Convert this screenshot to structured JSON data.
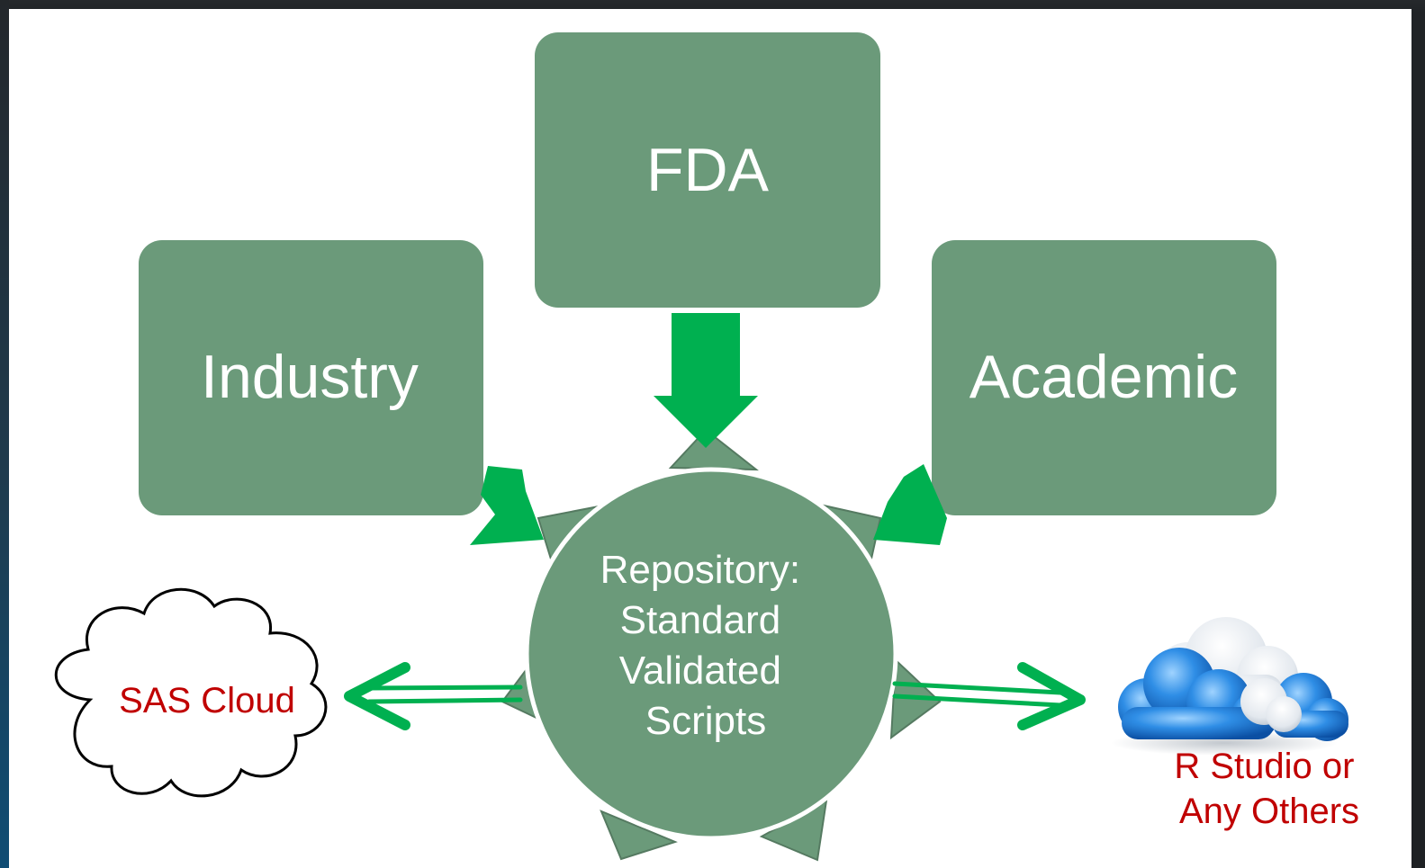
{
  "diagram": {
    "nodes": {
      "fda": {
        "label": "FDA"
      },
      "industry": {
        "label": "Industry"
      },
      "academic": {
        "label": "Academic"
      },
      "repository": {
        "lines": [
          "Repository:",
          "Standard",
          "Validated",
          "Scripts"
        ]
      },
      "sas_cloud": {
        "label": "SAS Cloud"
      },
      "r_studio": {
        "lines": [
          "R Studio or",
          "Any Others"
        ]
      }
    },
    "edges": [
      {
        "from": "fda",
        "to": "repository",
        "style": "solid-arrow"
      },
      {
        "from": "industry",
        "to": "repository",
        "style": "solid-arrow"
      },
      {
        "from": "academic",
        "to": "repository",
        "style": "solid-arrow"
      },
      {
        "from": "repository",
        "to": "sas_cloud",
        "style": "double-line-arrow"
      },
      {
        "from": "repository",
        "to": "r_studio",
        "style": "double-line-arrow"
      }
    ],
    "colors": {
      "box_fill": "#6b9a7a",
      "arrow_fill": "#00b050",
      "cloud_text": "#c00000",
      "cloud_blue": "#1a6fc4"
    },
    "icons": {
      "sas_cloud": "cloud-outline-icon",
      "r_studio": "blue-cloud-icon"
    }
  }
}
